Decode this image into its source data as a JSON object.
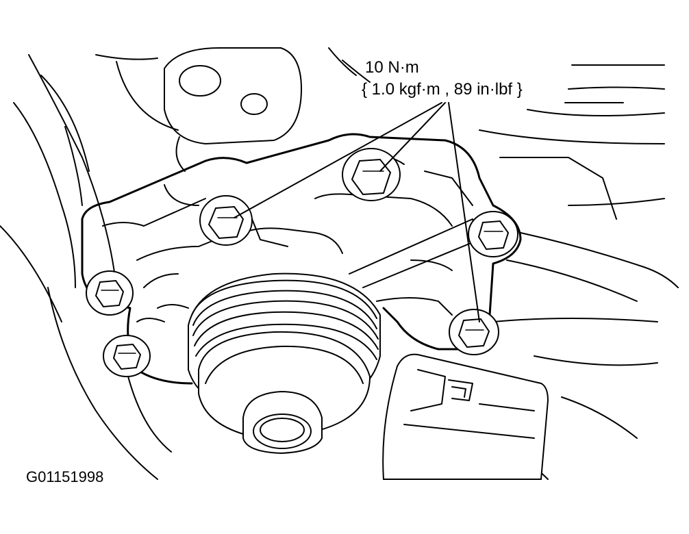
{
  "callout": {
    "torque_value": "10 N·m",
    "torque_alt": "{ 1.0 kgf·m , 89 in·lbf }"
  },
  "figure": {
    "id": "G01151998"
  }
}
